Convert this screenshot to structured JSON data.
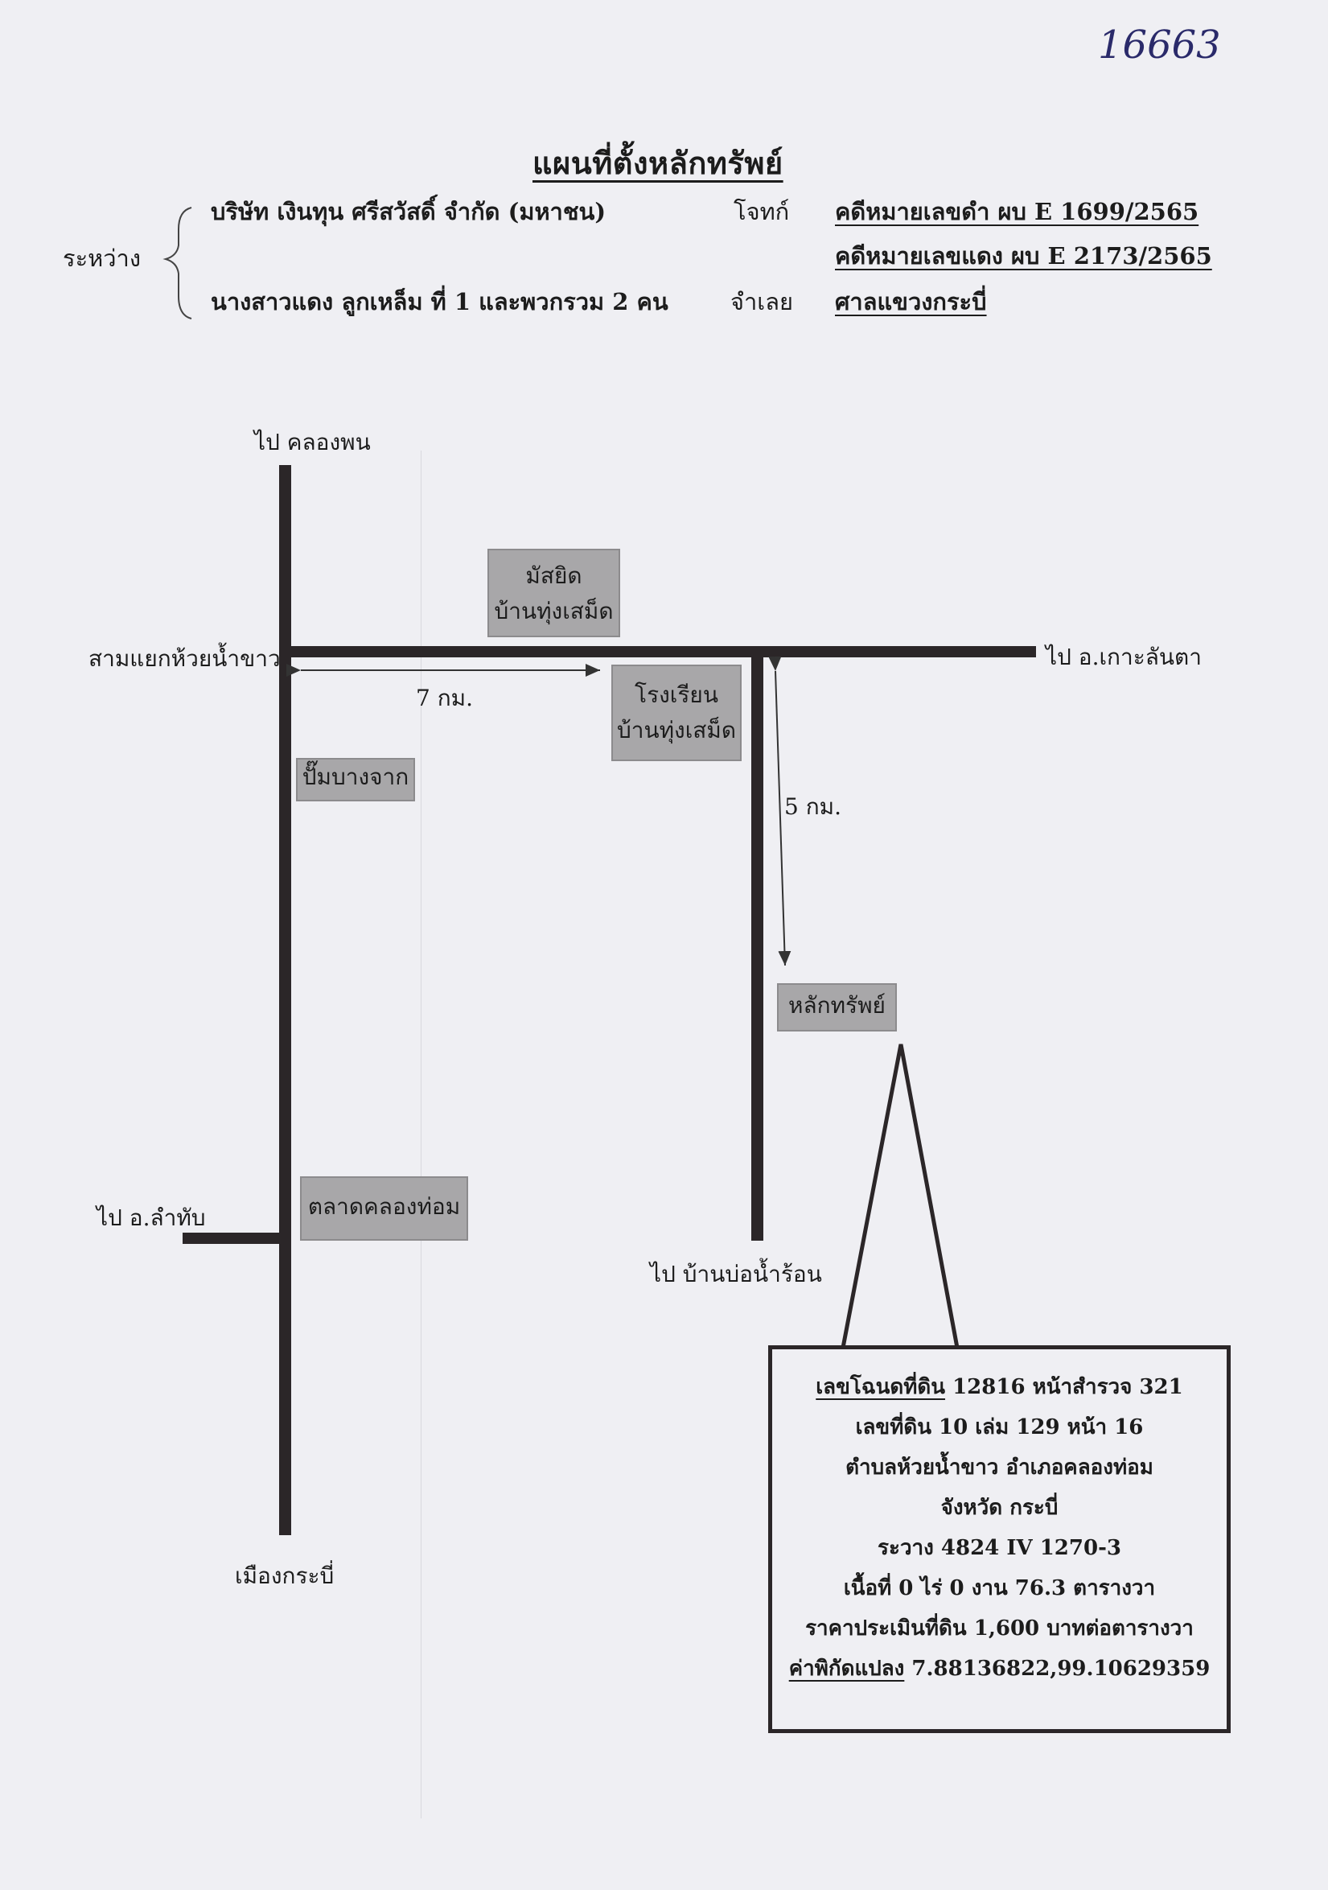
{
  "handwritten_number": "16663",
  "title": "แผนที่ตั้งหลักทรัพย์",
  "header": {
    "between_label": "ระหว่าง",
    "plaintiff_name": "บริษัท เงินทุน ศรีสวัสดิ์ จำกัด (มหาชน)",
    "plaintiff_role": "โจทก์",
    "defendant_name": "นางสาวแดง ลูกเหล็ม ที่ 1 และพวกรวม 2 คน",
    "defendant_role": "จำเลย",
    "black_case": "คดีหมายเลขดำ ผบ E 1699/2565",
    "red_case": "คดีหมายเลขแดง ผบ E 2173/2565",
    "court": "ศาลแขวงกระบี่"
  },
  "map": {
    "to_khlong_phon": "ไป คลองพน",
    "junction": "สามแยกห้วยน้ำขาว",
    "to_ko_lanta": "ไป อ.เกาะลันตา",
    "to_lam_thap": "ไป อ.ลำทับ",
    "to_ban_bo_nam_ron": "ไป บ้านบ่อน้ำร้อน",
    "to_mueang_krabi": "เมืองกระบี่",
    "dist_horizontal": "7 กม.",
    "dist_vertical": "5 กม.",
    "mosque_line1": "มัสยิด",
    "mosque_line2": "บ้านทุ่งเสม็ด",
    "school_line1": "โรงเรียน",
    "school_line2": "บ้านทุ่งเสม็ด",
    "gas_station": "ปั๊มบางจาก",
    "market": "ตลาดคลองท่อม",
    "property": "หลักทรัพย์"
  },
  "info": {
    "deed_label": "เลขโฉนดที่ดิน",
    "deed_rest": " 12816 หน้าสำรวจ 321",
    "line2": "เลขที่ดิน 10 เล่ม 129 หน้า 16",
    "line3": "ตำบลห้วยน้ำขาว  อำเภอคลองท่อม",
    "line4": "จังหวัด กระบี่",
    "line5": "ระวาง 4824 IV 1270-3",
    "line6": "เนื้อที่ 0 ไร่ 0 งาน 76.3 ตารางวา",
    "line7": "ราคาประเมินที่ดิน 1,600 บาทต่อตารางวา",
    "coord_label": "ค่าพิกัดแปลง",
    "coord_rest": " 7.88136822,99.10629359"
  }
}
